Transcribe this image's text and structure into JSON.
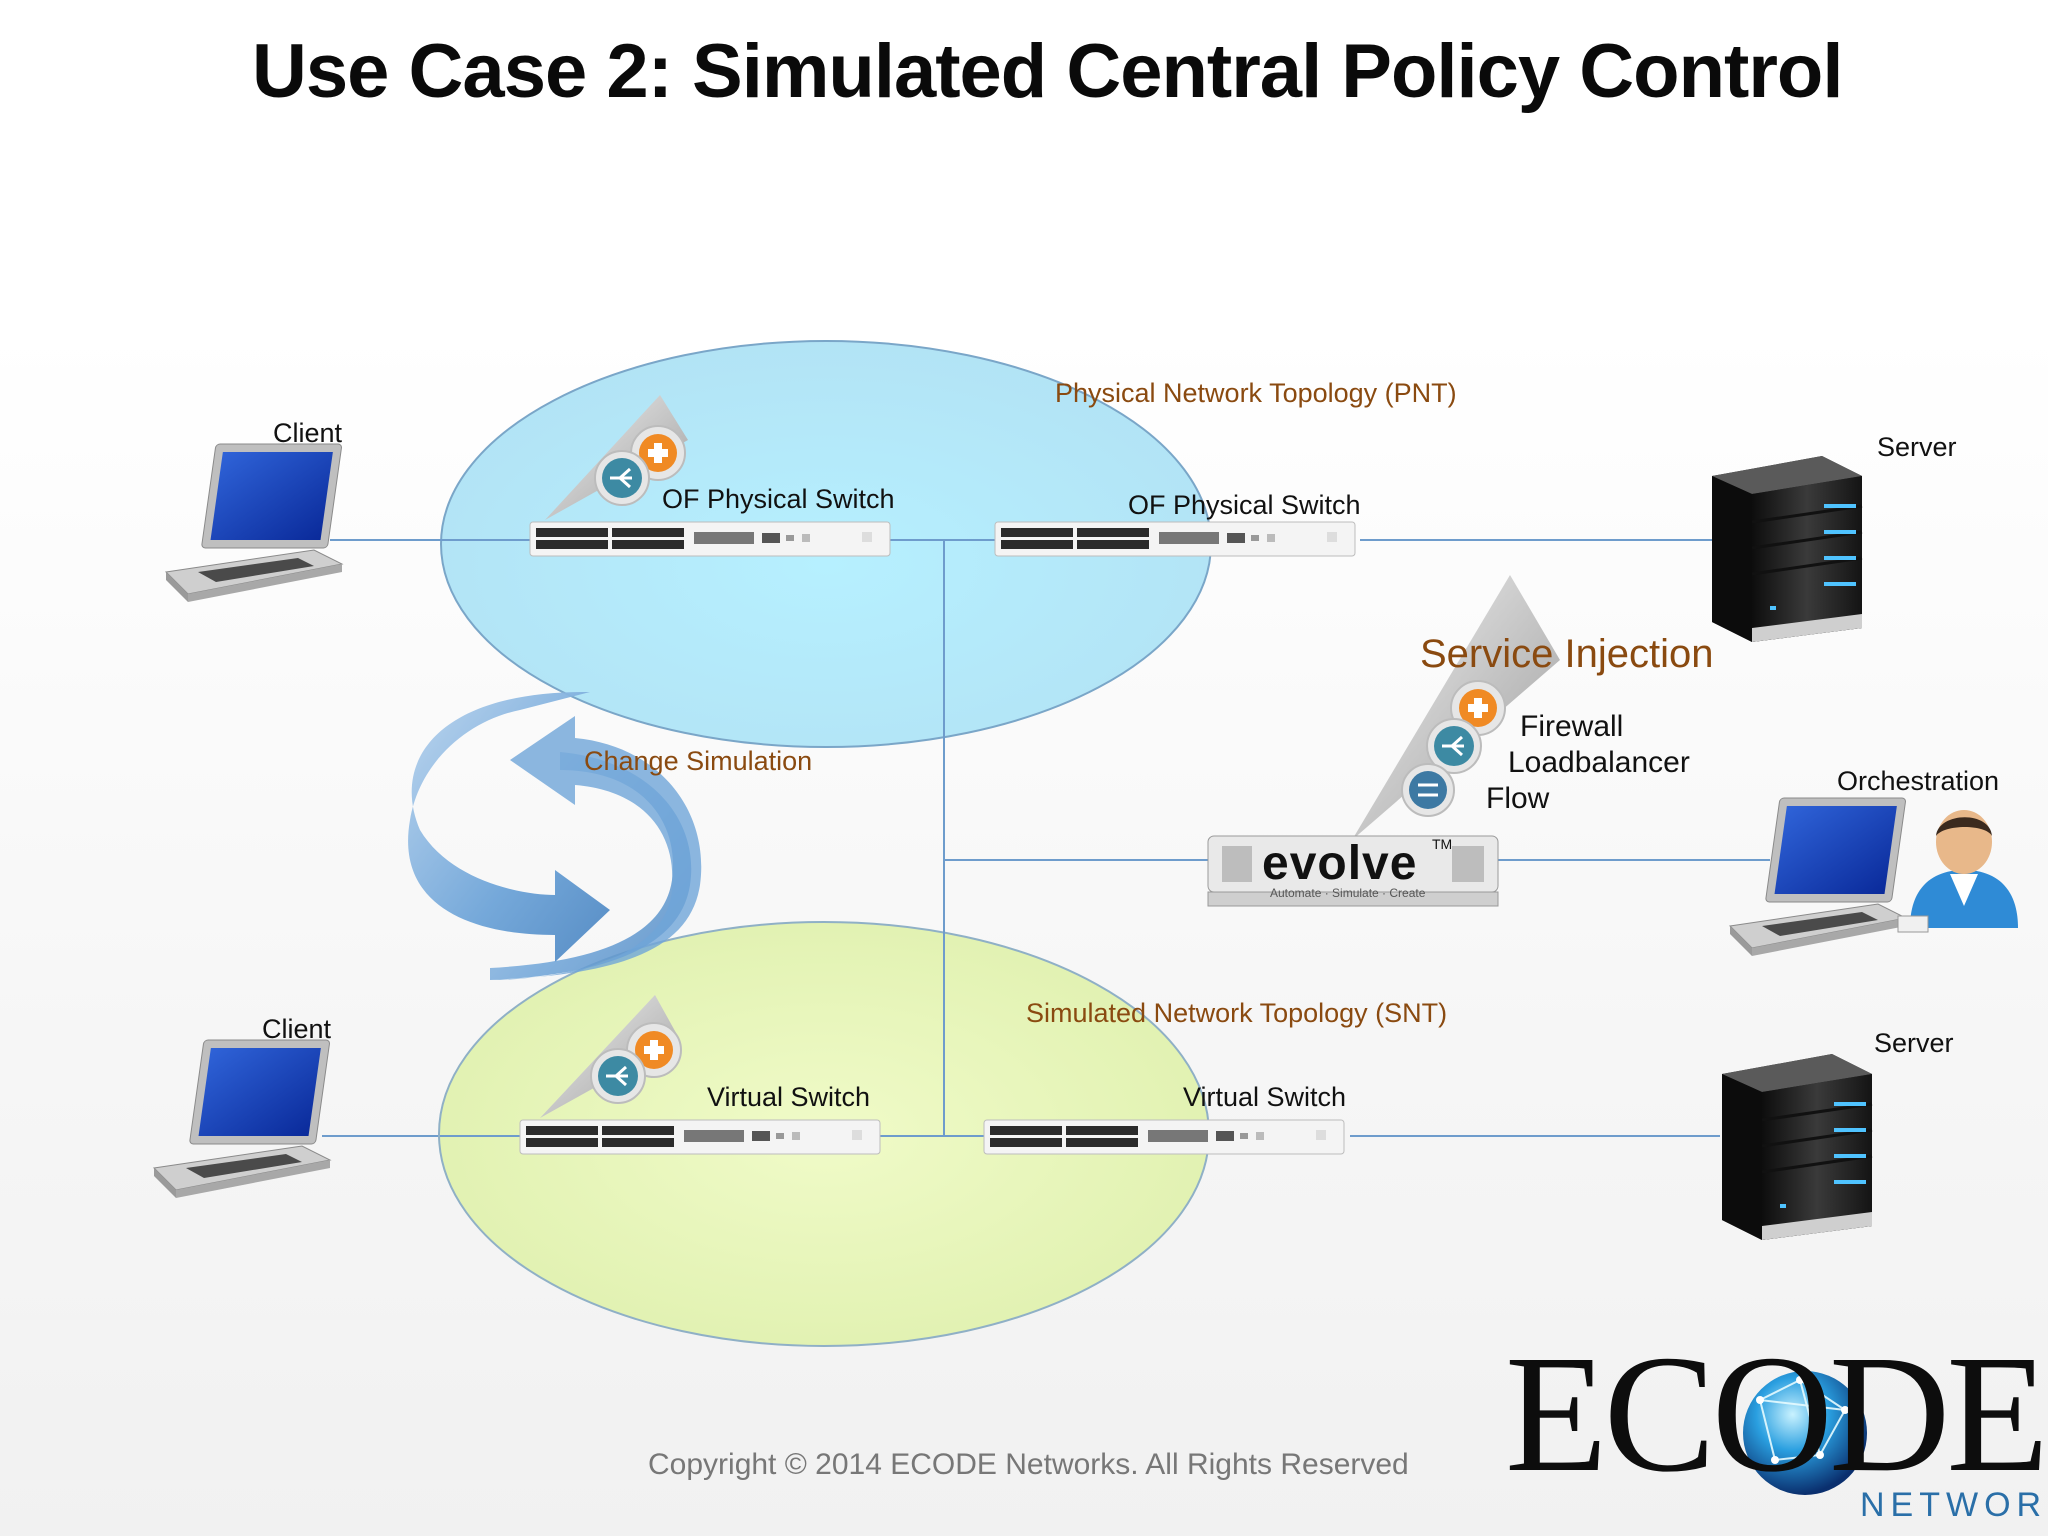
{
  "title": "Use Case 2: Simulated Central Policy Control",
  "pnt": {
    "label": "Physical Network Topology (PNT)",
    "switch_left": "OF Physical Switch",
    "switch_right": "OF Physical Switch",
    "client": "Client",
    "server": "Server"
  },
  "snt": {
    "label": "Simulated Network Topology (SNT)",
    "switch_left": "Virtual Switch",
    "switch_right": "Virtual Switch",
    "client": "Client",
    "server": "Server"
  },
  "change_simulation": "Change Simulation",
  "service_injection": {
    "title": "Service Injection",
    "items": [
      "Firewall",
      "Loadbalancer",
      "Flow"
    ]
  },
  "evolve": {
    "name": "evolve",
    "tm": "TM",
    "tagline": "Automate · Simulate · Create"
  },
  "orchestration": "Orchestration",
  "copyright": "Copyright © 2014 ECODE Networks. All Rights Reserved",
  "logo": {
    "word": "ECODE",
    "sub": "NETWORKS"
  },
  "colors": {
    "pnt_fill": "#b8ecf9",
    "snt_fill": "#e6f5b8",
    "label_brown": "#8a4a10",
    "arrow_blue": "#5b9bd5",
    "line_blue": "#6e9ccc"
  },
  "icons": [
    "laptop-icon",
    "server-tower-icon",
    "network-switch-icon",
    "firewall-icon",
    "loadbalancer-icon",
    "flow-icon",
    "person-icon",
    "globe-icon",
    "rotation-arrow-icon"
  ]
}
